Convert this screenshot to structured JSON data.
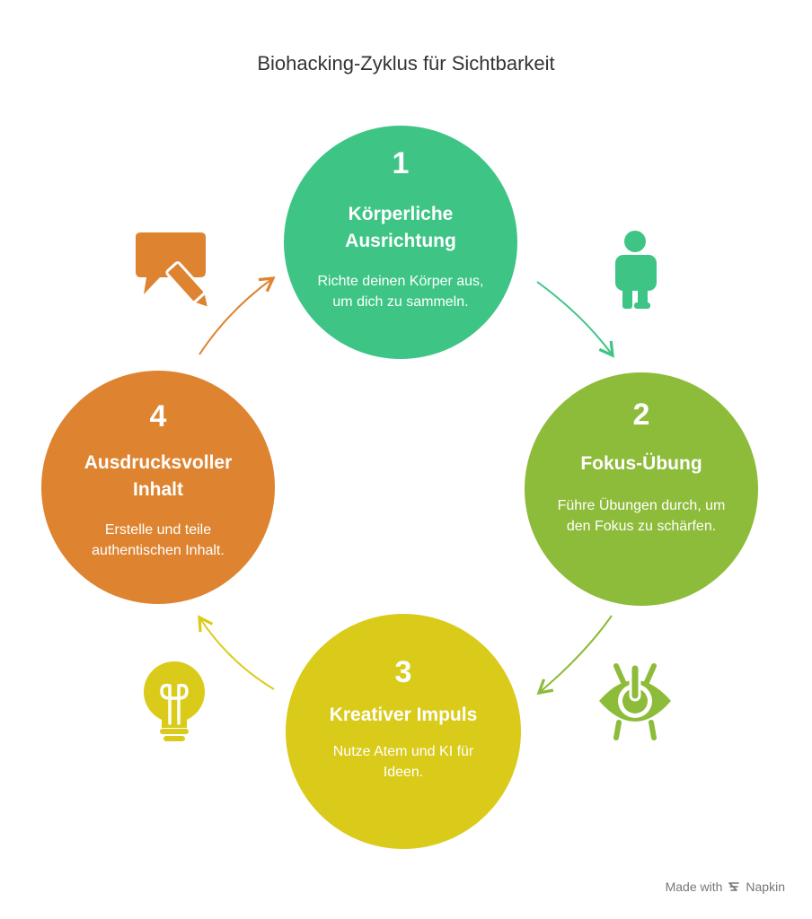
{
  "title": "Biohacking-Zyklus für Sichtbarkeit",
  "steps": [
    {
      "number": "1",
      "heading": "Körperliche Ausrichtung",
      "text": "Richte deinen Körper aus, um dich zu sammeln.",
      "color": "#3ec585",
      "icon": "person-icon"
    },
    {
      "number": "2",
      "heading": "Fokus-Übung",
      "text": "Führe Übungen durch, um den Fokus zu schärfen.",
      "color": "#8dbb3a",
      "icon": "eye-icon"
    },
    {
      "number": "3",
      "heading": "Kreativer Impuls",
      "text": "Nutze Atem und KI für Ideen.",
      "color": "#dacb1a",
      "icon": "lightbulb-icon"
    },
    {
      "number": "4",
      "heading": "Ausdrucksvoller Inhalt",
      "text": "Erstelle und teile authentischen Inhalt.",
      "color": "#de8431",
      "icon": "speech-bubble-pencil-icon"
    }
  ],
  "footer": {
    "made_with": "Made with",
    "brand": "Napkin"
  }
}
